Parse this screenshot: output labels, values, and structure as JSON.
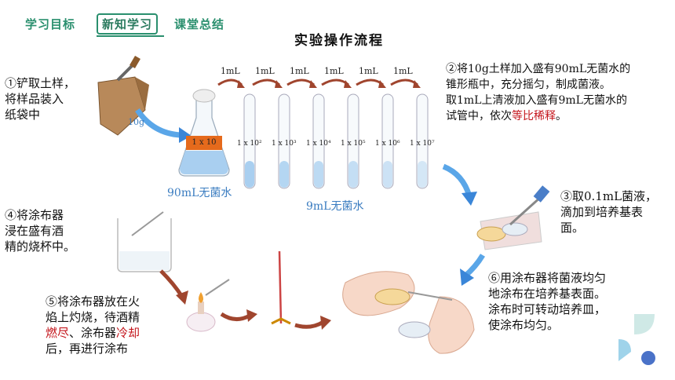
{
  "nav": {
    "tabs": [
      {
        "label": "学习目标",
        "active": false
      },
      {
        "label": "新知学习",
        "active": true
      },
      {
        "label": "课堂总结",
        "active": false
      }
    ]
  },
  "title": "实验操作流程",
  "steps": {
    "s1": [
      "①铲取土样，",
      "将样品装入",
      "纸袋中"
    ],
    "s2": {
      "lines": [
        "②将10g土样加入盛有90mL无菌水的",
        "锥形瓶中，充分摇匀，制成菌液。",
        "取1mL上清液加入盛有9mL无菌水的"
      ],
      "last_prefix": "试管中，依次",
      "last_red": "等比稀释",
      "last_suffix": "。"
    },
    "s3": [
      "③取0.1mL菌液，",
      "滴加到培养基表",
      "面。"
    ],
    "s4": [
      "④将涂布器",
      "浸在盛有酒",
      "精的烧杯中。"
    ],
    "s5": {
      "line1": "⑤将涂布器放在火",
      "line2": "焰上灼烧，待酒精",
      "l3_red1": "燃尽",
      "l3_mid": "、涂布器",
      "l3_red2": "冷却",
      "line4": "后，再进行涂布"
    },
    "s6": [
      "⑥用涂布器将菌液均匀",
      "地涂布在培养基表面。",
      "涂布时可转动培养皿，",
      "使涂布均匀。"
    ]
  },
  "transfer_labels": [
    "1mL",
    "1mL",
    "1mL",
    "1mL",
    "1mL",
    "1mL"
  ],
  "flask_label": "1 x 10",
  "dilutions": [
    "1 x 10²",
    "1 x 10³",
    "1 x 10⁴",
    "1 x 10⁵",
    "1 x 10⁶",
    "1 x 10⁷"
  ],
  "soil_amount": "10g",
  "flask_water": "90mL无菌水",
  "tube_water": "9mL无菌水",
  "colors": {
    "accent": "#2a8f6e",
    "red": "#c4161c",
    "blue": "#3a7cc0",
    "arrow_brown": "#a0452e"
  }
}
